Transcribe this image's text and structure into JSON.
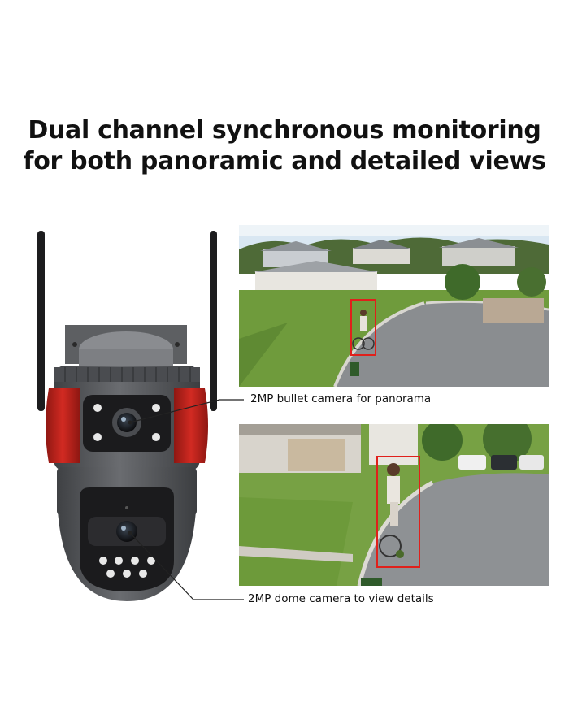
{
  "headline": {
    "line1": "Dual channel synchronous monitoring",
    "line2": "for both panoramic and detailed views"
  },
  "callouts": {
    "bullet": "2MP bullet camera for panorama",
    "dome": "2MP dome camera to view details"
  },
  "colors": {
    "camera_body": "#5b5d60",
    "camera_red": "#c8261f",
    "lens_black": "#1b1b1d",
    "detection_box": "#e0201b"
  }
}
